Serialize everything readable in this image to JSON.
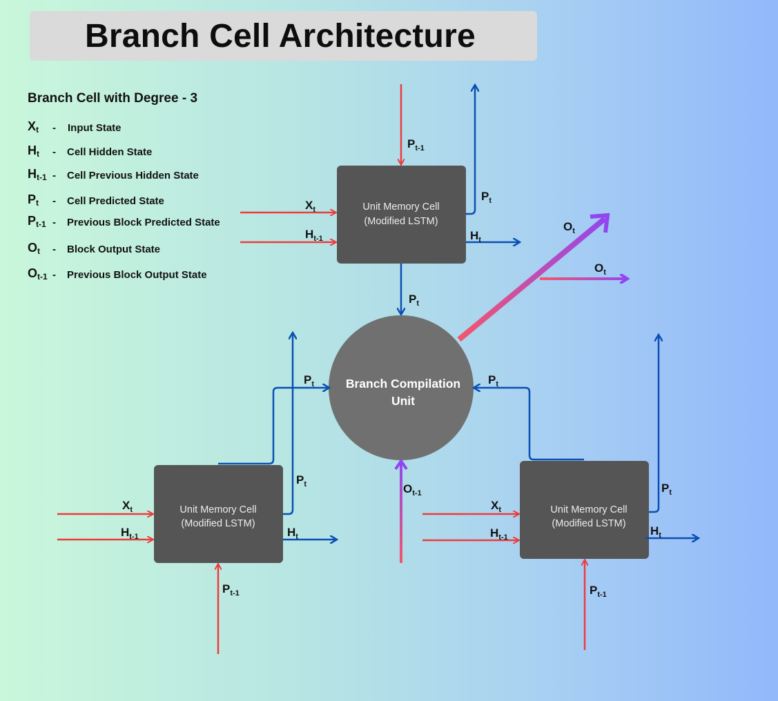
{
  "title": "Branch Cell Architecture",
  "legend": {
    "heading": "Branch Cell with Degree - 3",
    "items": [
      {
        "base": "X",
        "sub": "t",
        "desc": "Input State"
      },
      {
        "base": "H",
        "sub": "t",
        "desc": "Cell Hidden State"
      },
      {
        "base": "H",
        "sub": "t-1",
        "desc": "Cell Previous Hidden State"
      },
      {
        "base": "P",
        "sub": "t",
        "desc": "Cell Predicted State"
      },
      {
        "base": "P",
        "sub": "t-1",
        "desc": "Previous Block Predicted State"
      },
      {
        "base": "O",
        "sub": "t",
        "desc": "Block Output State"
      },
      {
        "base": "O",
        "sub": "t-1",
        "desc": "Previous Block Output State"
      }
    ],
    "dash": "-"
  },
  "memory_cell": {
    "line1": "Unit Memory Cell",
    "line2": "(Modified LSTM)"
  },
  "compilation_unit": {
    "line1": "Branch Compilation",
    "line2": "Unit"
  },
  "labels": {
    "X": "X",
    "H": "H",
    "P": "P",
    "O": "O",
    "t": "t",
    "t_minus_1": "t-1"
  },
  "colors": {
    "input_arrow": "#ee3b3b",
    "output_arrow": "#0a4fb3",
    "cell_fill": "#555555",
    "circle_fill": "#6e6e6e",
    "gradient_start": "#f4566b",
    "gradient_end": "#9146f0"
  }
}
